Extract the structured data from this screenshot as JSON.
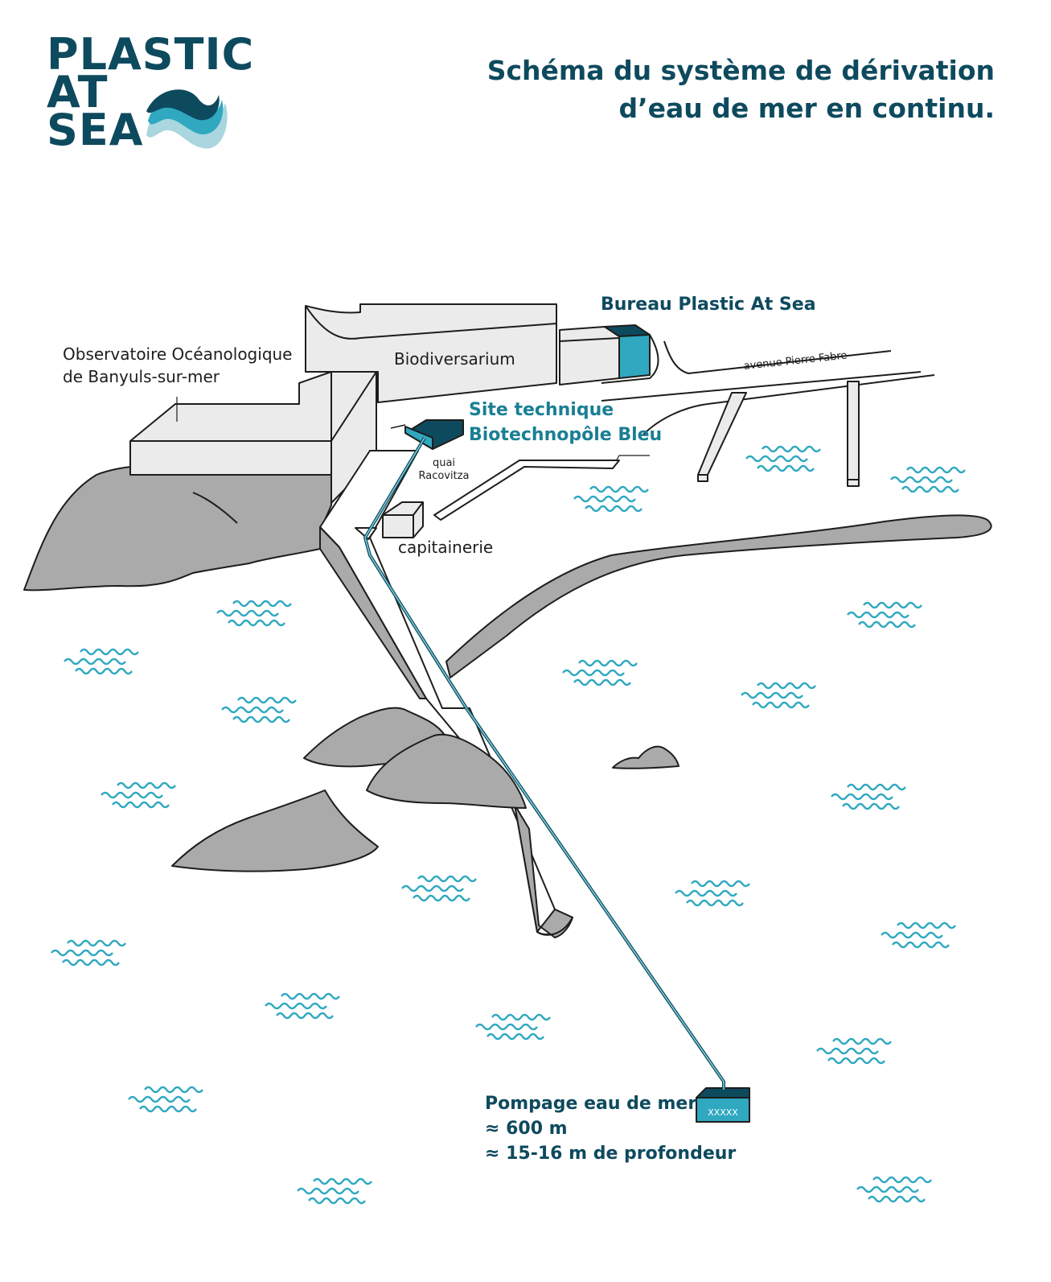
{
  "logo": {
    "line1": "PLASTIC",
    "line2": "AT",
    "line3": "SEA",
    "icon": "wave-icon"
  },
  "title": {
    "line1": "Schéma du système de dérivation",
    "line2": "d’eau de mer en continu."
  },
  "labels": {
    "observatoire_line1": "Observatoire Océanologique",
    "observatoire_line2": "de Banyuls-sur-mer",
    "biodiversarium": "Biodiversarium",
    "bureau": "Bureau Plastic At Sea",
    "avenue": "avenue Pierre Fabre",
    "site_line1": "Site technique",
    "site_line2": "Biotechnopôle Bleu",
    "quai_line1": "quai",
    "quai_line2": "Racovitza",
    "capitainerie": "capitainerie",
    "pompage_line1": "Pompage eau de mer",
    "pompage_line2": "≈ 600 m",
    "pompage_line3": "≈ 15-16 m de profondeur"
  },
  "colors": {
    "brand_dark": "#0e4a5e",
    "pipe": "#2fa8c0",
    "building_fill": "#ebebeb",
    "rock_fill": "#aaaaaa",
    "wave": "#2fa8c0"
  }
}
